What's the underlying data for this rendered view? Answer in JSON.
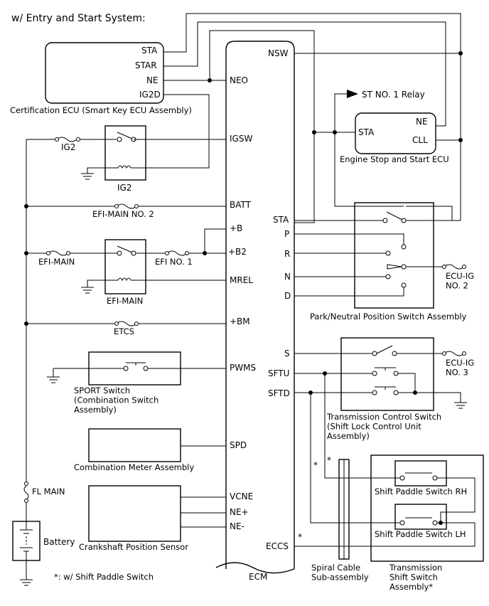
{
  "header": {
    "title": "w/ Entry and Start System:"
  },
  "cert_ecu": {
    "pins": [
      "STA",
      "STAR",
      "NE",
      "IG2D"
    ],
    "label": "Certification ECU (Smart Key ECU Assembly)"
  },
  "ecm": {
    "label": "ECM",
    "left_pins": [
      "NEO",
      "IGSW",
      "BATT",
      "+B",
      "+B2",
      "MREL",
      "+BM",
      "PWMS",
      "SPD",
      "VCNE",
      "NE+",
      "NE-"
    ],
    "right_pins": [
      "NSW",
      "STA",
      "P",
      "R",
      "N",
      "D",
      "S",
      "SFTU",
      "SFTD",
      "ECCS"
    ]
  },
  "fuses": {
    "ig2": "IG2",
    "efi_main_no2": "EFI-MAIN NO. 2",
    "efi_main": "EFI-MAIN",
    "efi_no1": "EFI NO. 1",
    "etcs": "ETCS",
    "fl_main": "FL MAIN"
  },
  "relays": {
    "ig2": "IG2",
    "efi_main": "EFI-MAIN"
  },
  "components": {
    "sport_switch": "SPORT Switch\n(Combination Switch\nAssembly)",
    "combination_meter": "Combination Meter Assembly",
    "crank_sensor": "Crankshaft Position Sensor",
    "battery": "Battery",
    "st_relay": "ST NO. 1 Relay",
    "engine_stop_ecu": {
      "pins": [
        "STA",
        "NE",
        "CLL"
      ],
      "label": "Engine Stop and Start ECU"
    },
    "pnp_switch": "Park/Neutral Position Switch Assembly",
    "ecu_ig_no2": "ECU-IG\nNO. 2",
    "ecu_ig_no3": "ECU-IG\nNO. 3",
    "tcs": "Transmission Control Switch\n(Shift Lock Control Unit\nAssembly)",
    "spiral_cable": "Spiral Cable\nSub-assembly",
    "paddle_rh": "Shift Paddle Switch RH",
    "paddle_lh": "Shift Paddle Switch LH",
    "tss": "Transmission\nShift Switch\nAssembly*"
  },
  "footnote": "*: w/ Shift Paddle Switch",
  "markers": {
    "star": "*"
  }
}
